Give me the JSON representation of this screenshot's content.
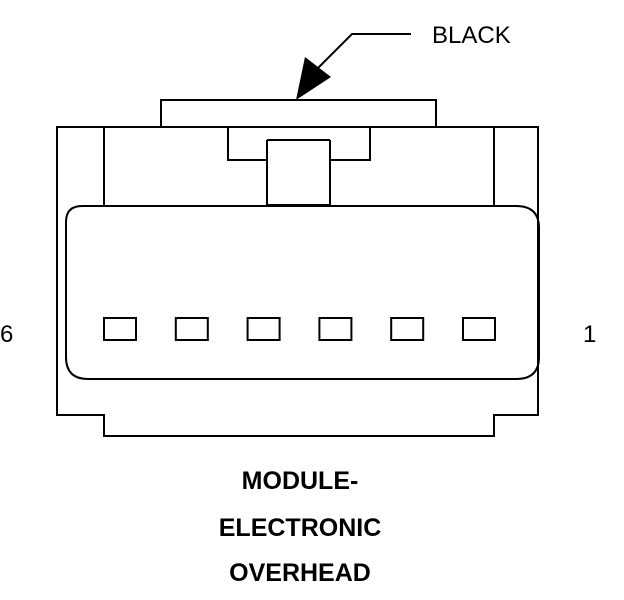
{
  "diagram": {
    "color_label": "BLACK",
    "pin_left_label": "6",
    "pin_right_label": "1",
    "pin_count": 6,
    "caption": {
      "line1": "MODULE-",
      "line2": "ELECTRONIC",
      "line3": "OVERHEAD"
    }
  },
  "colors": {
    "line": "#000000",
    "background": "#ffffff"
  }
}
